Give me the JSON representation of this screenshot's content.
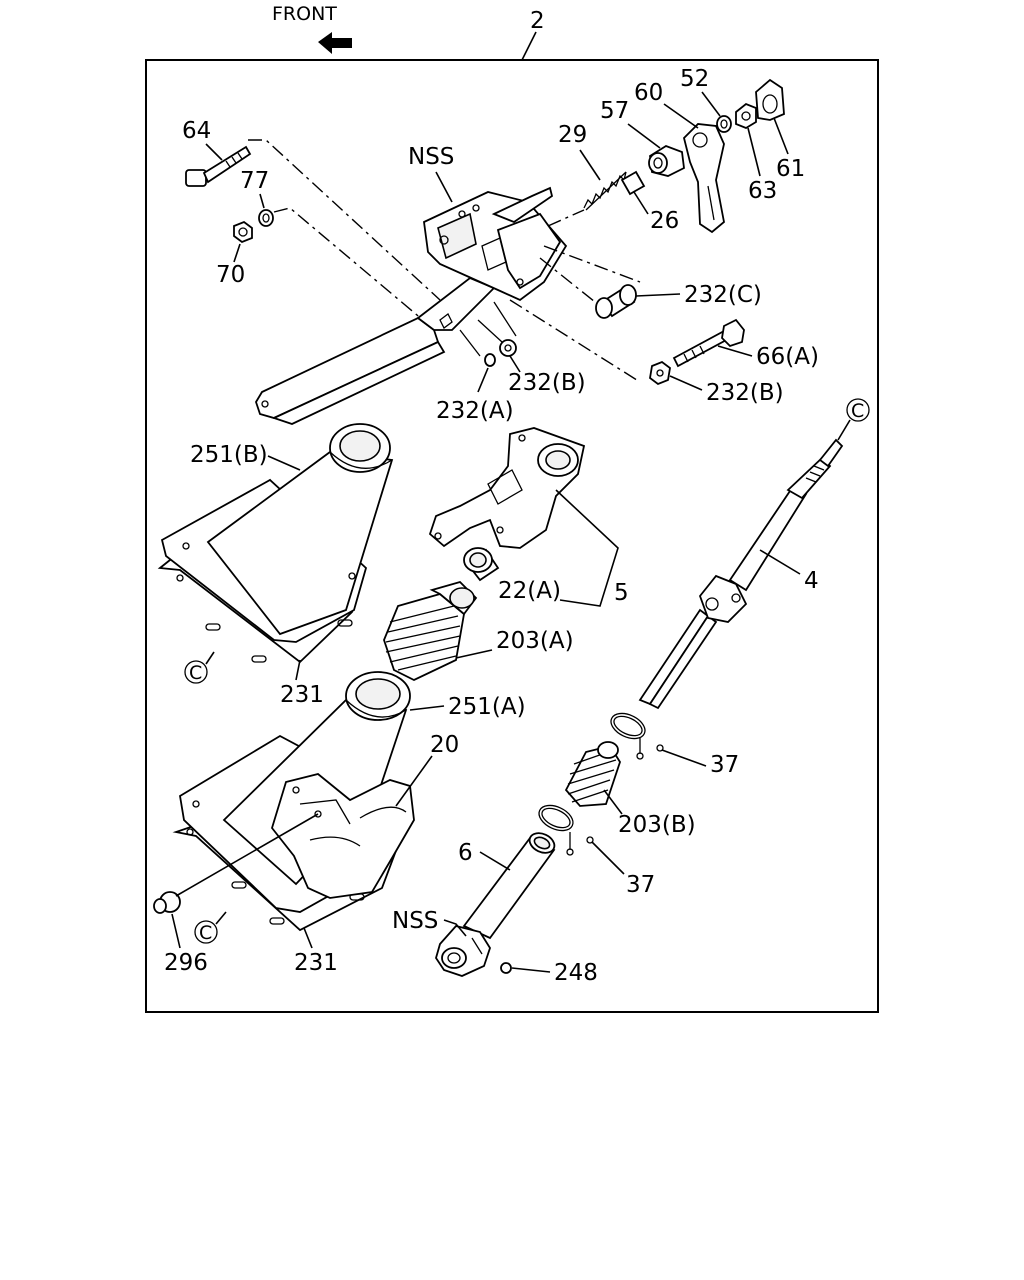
{
  "diagram": {
    "direction_label": "FRONT",
    "group_number": "2",
    "callouts": {
      "c64": "64",
      "c77": "77",
      "c70": "70",
      "nss_top": "NSS",
      "c29": "29",
      "c57": "57",
      "c60": "60",
      "c52": "52",
      "c61": "61",
      "c63": "63",
      "c26": "26",
      "c232c": "232(C)",
      "c66a": "66(A)",
      "c232b_right": "232(B)",
      "c232b_left": "232(B)",
      "c232a": "232(A)",
      "c251b": "251(B)",
      "c22a": "22(A)",
      "c5": "5",
      "c4": "4",
      "c203a": "203(A)",
      "c231_top": "231",
      "c251a": "251(A)",
      "c20": "20",
      "c37_top": "37",
      "c203b": "203(B)",
      "c6": "6",
      "c37_bottom": "37",
      "nss_bottom": "NSS",
      "c248": "248",
      "c296": "296",
      "c231_bottom": "231",
      "ref_c1": "C",
      "ref_c2": "C",
      "ref_c3": "C"
    }
  }
}
